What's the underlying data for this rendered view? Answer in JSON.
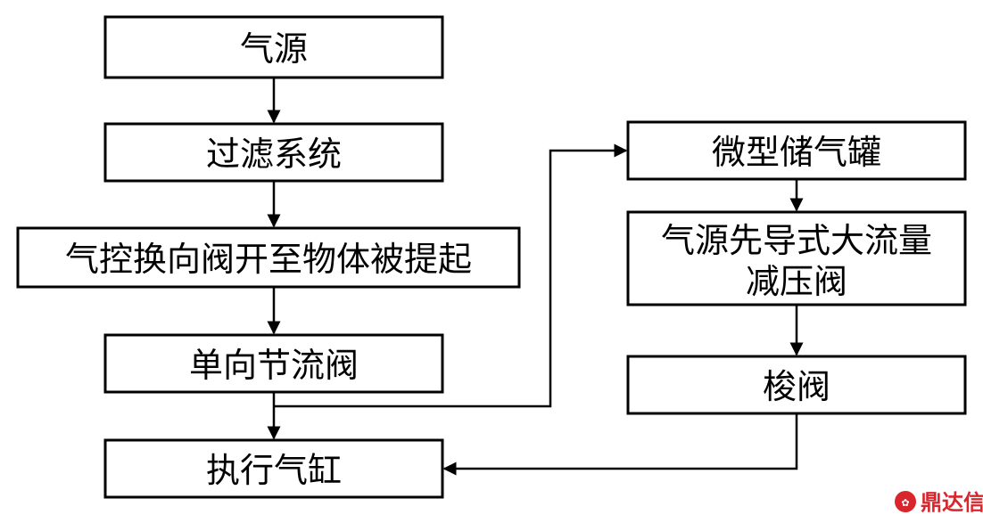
{
  "nodes": {
    "air_source": "气源",
    "filter_system": "过滤系统",
    "pilot_valve": "气控换向阀开至物体被提起",
    "throttle_valve": "单向节流阀",
    "cylinder": "执行气缸",
    "micro_tank": "微型储气罐",
    "reducing_valve_line1": "气源先导式大流量",
    "reducing_valve_line2": "减压阀",
    "shuttle_valve": "梭阀"
  },
  "watermark": {
    "text": "鼎达信",
    "color": "#d9262c"
  }
}
